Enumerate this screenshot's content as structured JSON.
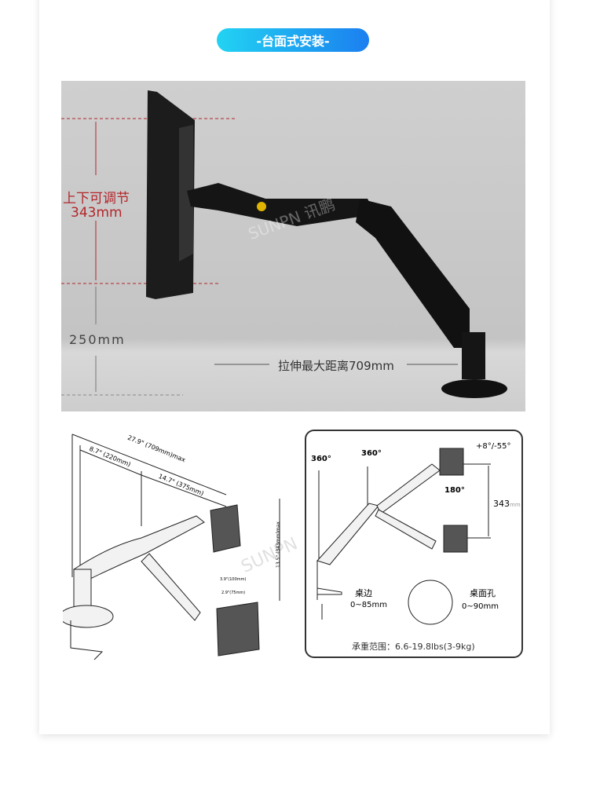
{
  "section_title": "-台面式安装-",
  "photo": {
    "adjust_label": "上下可调节",
    "adjust_value": "343mm",
    "height_label": "250mm",
    "extend_label": "拉伸最大距离709mm",
    "watermark": "SUNPN 讯鹏"
  },
  "dimension_diagram": {
    "total": "27.9\" (709mm)max",
    "seg1": "8.7\" (220mm)",
    "seg2": "14.7\" (375mm)",
    "vertical": "13.5\" (343mm)max",
    "vesa1": "3.9\"(100mm)",
    "vesa2": "2.9\"(75mm)",
    "watermark": "SUNPN"
  },
  "spec_box": {
    "rot1": "360°",
    "rot2": "360°",
    "tilt": "+8°/-55°",
    "swivel": "180°",
    "height": "343",
    "height_unit": "mm",
    "desk_edge_label": "桌边",
    "desk_edge_range": "0~85mm",
    "desk_hole_label": "桌面孔",
    "desk_hole_range": "0~90mm",
    "load": "承重范围：6.6-19.8lbs(3-9kg)"
  },
  "colors": {
    "accent_start": "#22d3f2",
    "accent_end": "#1b7ff0",
    "dim_red": "#b3262b"
  }
}
